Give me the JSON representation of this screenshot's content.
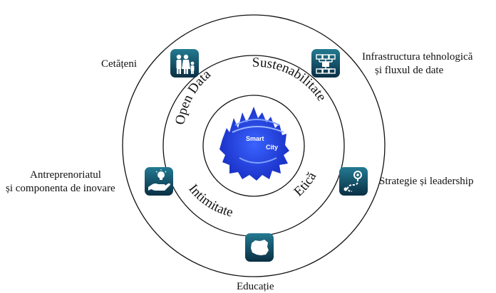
{
  "diagram": {
    "center_logo": {
      "line1": "Smart",
      "line2": "City"
    },
    "ring_labels": {
      "open_data": "Open Data",
      "sustainability": "Sustenabilitate",
      "ethics": "Etică",
      "privacy": "Intimitate"
    },
    "outer_labels": {
      "citizens": "Cetățeni",
      "infra_line1": "Infrastructura tehnologică",
      "infra_line2": "și fluxul de date",
      "strategy": "Strategie și leadership",
      "entre_line1": "Antreprenoriatul",
      "entre_line2": "și componenta de inovare",
      "education": "Educație"
    },
    "icons": {
      "citizens": "family-icon",
      "infrastructure": "network-icon",
      "strategy": "roadmap-icon",
      "entrepreneurship": "idea-hand-icon",
      "education": "map-icon"
    },
    "colors": {
      "icon_bg_top": "#1f6f86",
      "icon_bg_bottom": "#0b3347",
      "logo_blue": "#1f3ee0",
      "ring_stroke": "#111111"
    }
  }
}
